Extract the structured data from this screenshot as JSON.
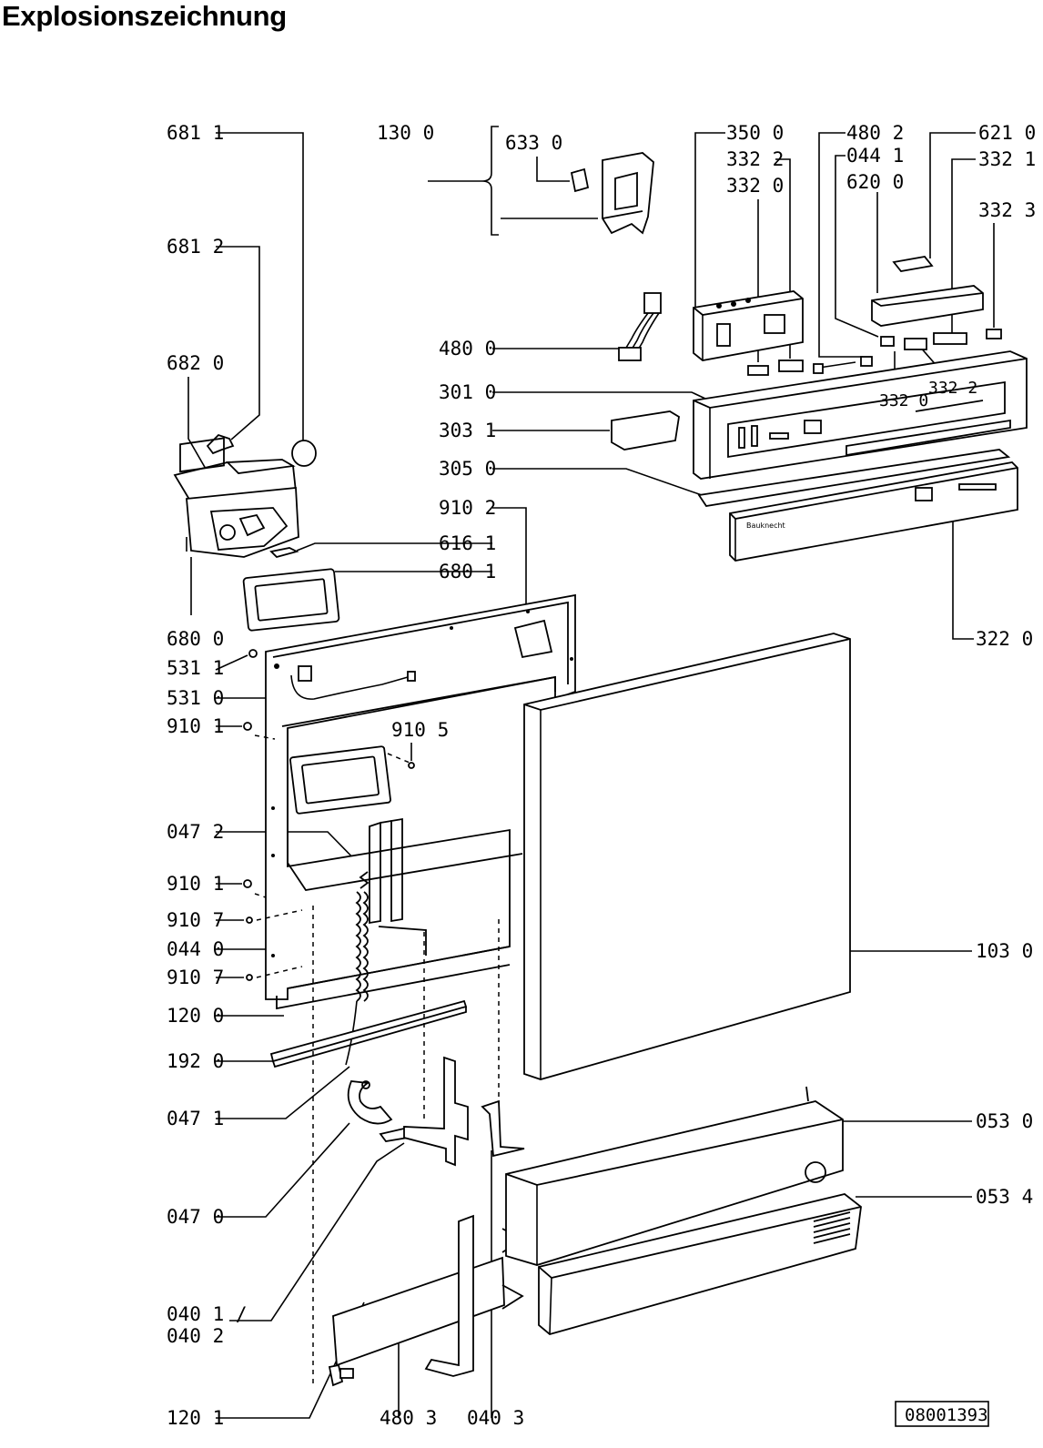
{
  "title": "Explosionszeichnung",
  "drawing_number": "08001393",
  "labels": {
    "p6811": "681 1",
    "p6812": "681 2",
    "p6820": "682 0",
    "p6800": "680 0",
    "p5311": "531 1",
    "p5310": "531 0",
    "p9101a": "910 1",
    "p0472": "047 2",
    "p9101b": "910 1",
    "p9107a": "910 7",
    "p0440": "044 0",
    "p9107b": "910 7",
    "p1200": "120 0",
    "p1920": "192 0",
    "p0471": "047 1",
    "p0470": "047 0",
    "p0401": "040 1 /",
    "p0402": "040 2",
    "p1201": "120 1",
    "p4803": "480 3",
    "p0403": "040 3",
    "p1300": "130 0",
    "p6330": "633 0",
    "p4800": "480 0",
    "p3010": "301 0",
    "p3031": "303 1",
    "p3050": "305 0",
    "p9102": "910 2",
    "p6161": "616 1",
    "p6801": "680 1",
    "p9105": "910 5",
    "p3500": "350 0",
    "p3322a": "332 2",
    "p3320a": "332 0",
    "p4802": "480 2",
    "p0441": "044 1",
    "p6200": "620 0",
    "p6210": "621 0",
    "p3321": "332 1",
    "p3323": "332 3",
    "p3320b": "332 0",
    "p3322b": "332 2",
    "p3220": "322 0",
    "p1030": "103 0",
    "p0530": "053 0",
    "p0534": "053 4"
  },
  "panel_brand": "Bauknecht"
}
